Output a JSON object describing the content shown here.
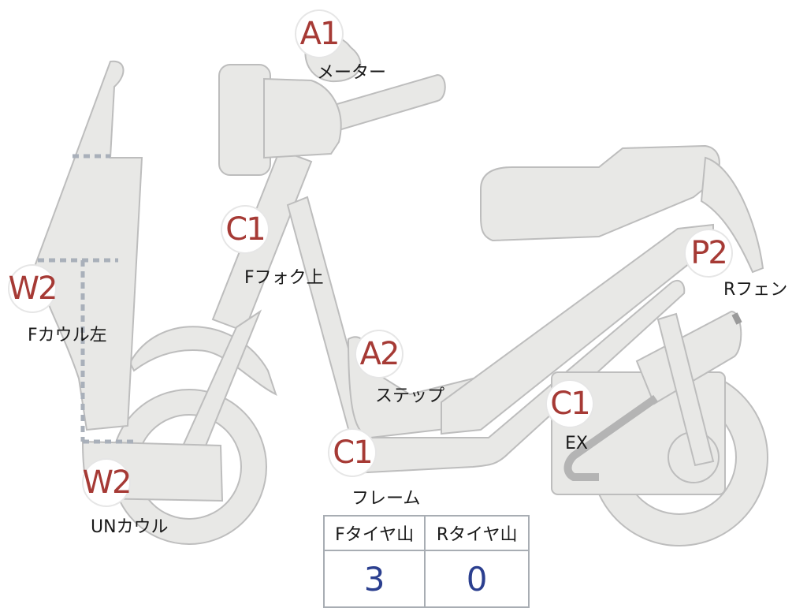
{
  "markers": [
    {
      "code": "A1",
      "label": "メーター"
    },
    {
      "code": "C1",
      "label": "Fフォク上"
    },
    {
      "code": "W2",
      "label": "Fカウル左"
    },
    {
      "code": "A2",
      "label": "ステップ"
    },
    {
      "code": "C1",
      "label": "フレーム"
    },
    {
      "code": "W2",
      "label": "UNカウル"
    },
    {
      "code": "P2",
      "label": "Rフェン"
    },
    {
      "code": "C1",
      "label": "EX"
    }
  ],
  "tire_table": {
    "headers": [
      "Fタイヤ山",
      "Rタイヤ山"
    ],
    "values": [
      "3",
      "0"
    ]
  },
  "colors": {
    "part_fill": "#e8e8e6",
    "part_stroke": "#bdbdbd",
    "dotted": "#a9b0ba",
    "marker_code": "#a63a35",
    "table_value": "#2b3f8f"
  }
}
